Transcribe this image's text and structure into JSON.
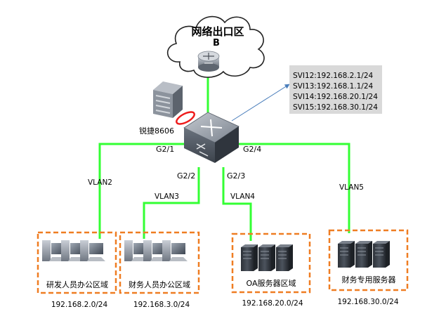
{
  "cloud": {
    "title": "网络出口区",
    "subtitle": "B"
  },
  "core_switch": {
    "label": "锐捷8606"
  },
  "svi_box": {
    "lines": [
      "SVI12:192.168.2.1/24",
      "SVI13:192.168.1.1/24",
      "SVI14:192.168.20.1/24",
      "SVI15:192.168.30.1/24"
    ]
  },
  "ports": {
    "g2_1": "G2/1",
    "g2_2": "G2/2",
    "g2_3": "G2/3",
    "g2_4": "G2/4"
  },
  "vlans": {
    "v2": "VLAN2",
    "v3": "VLAN3",
    "v4": "VLAN4",
    "v5": "VLAN5"
  },
  "zones": [
    {
      "name": "研发人员办公区域",
      "subnet": "192.168.2.0/24"
    },
    {
      "name": "财务人员办公区域",
      "subnet": "192.168.3.0/24"
    },
    {
      "name": "OA服务器区域",
      "subnet": "192.168.20.0/24"
    },
    {
      "name": "财务专用服务器",
      "subnet": "192.168.30.0/24"
    }
  ],
  "colors": {
    "link": "#33ff33",
    "zone_border": "#ef7d22",
    "svi_bg": "#d9d9d9",
    "arrow": "#4a7ebb"
  }
}
